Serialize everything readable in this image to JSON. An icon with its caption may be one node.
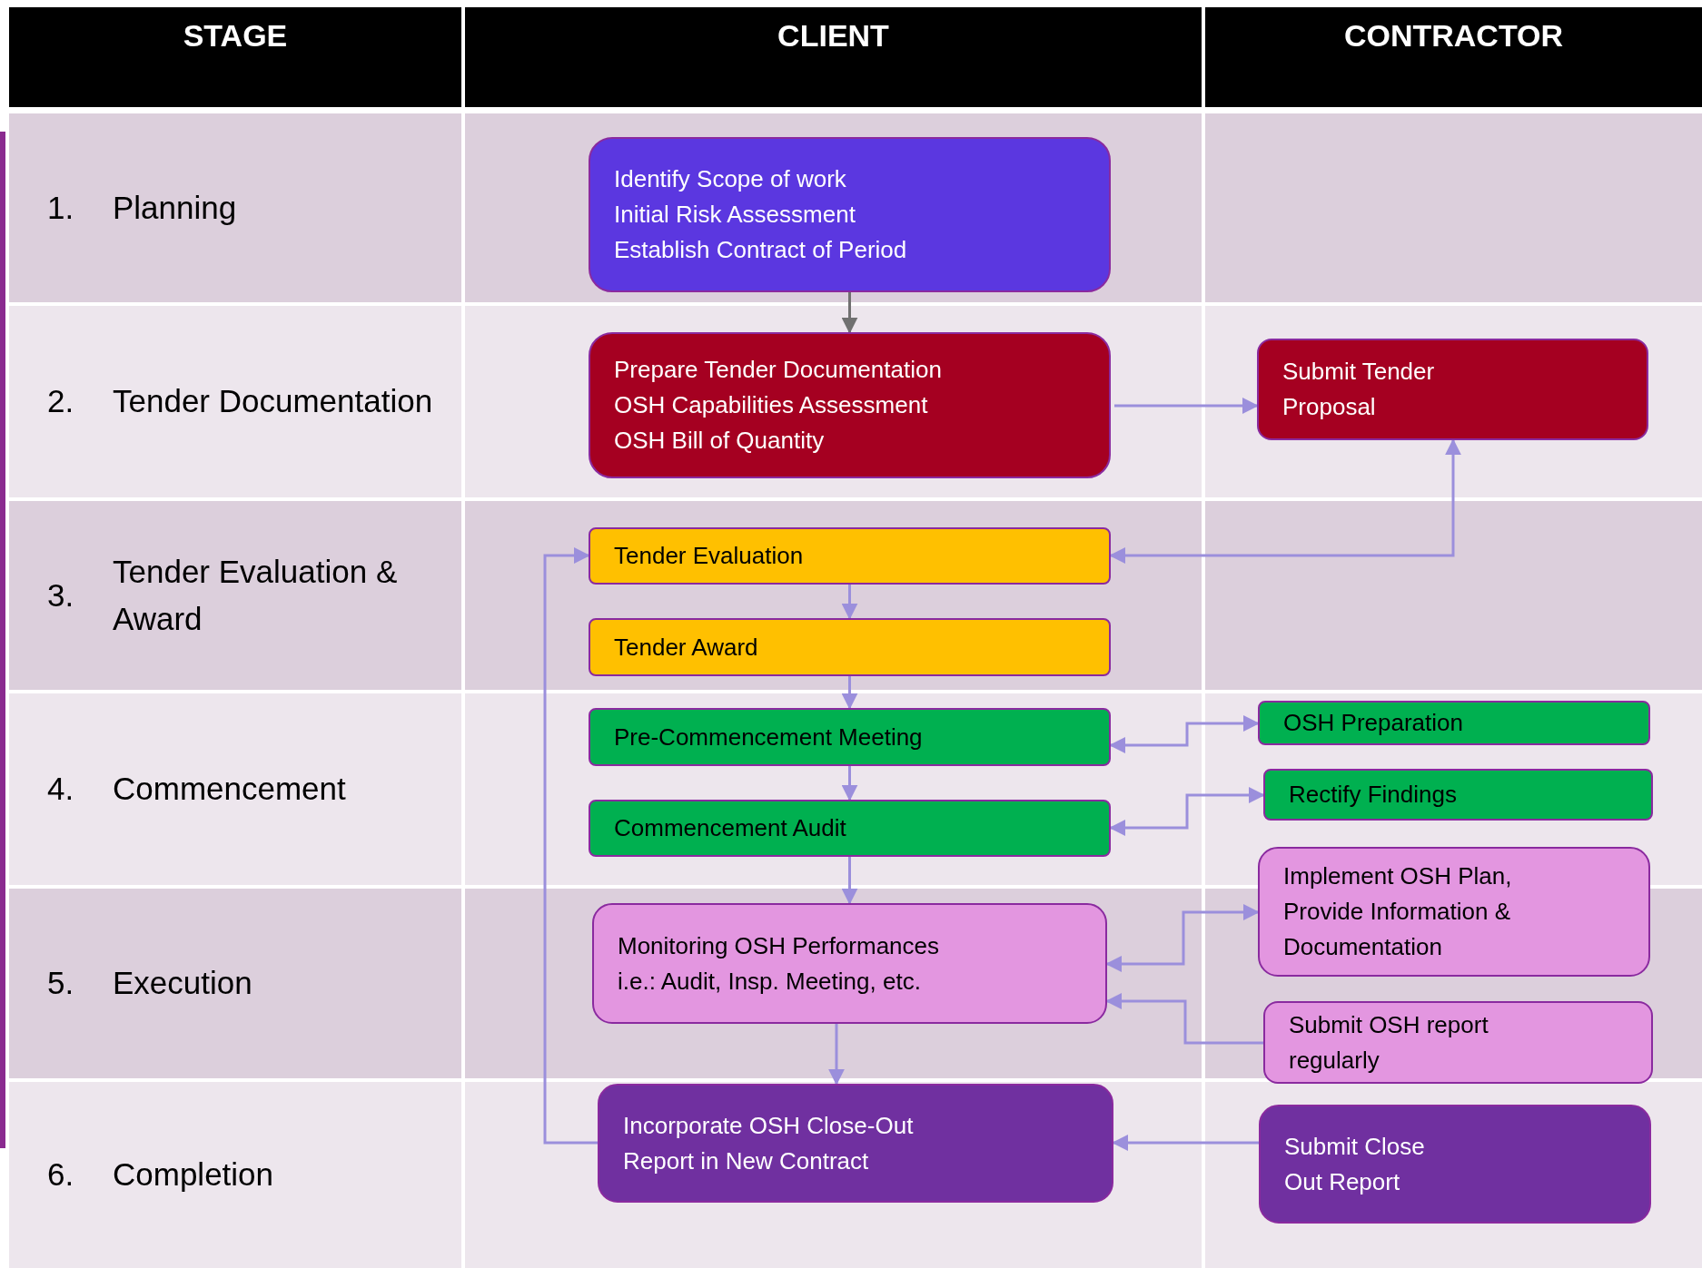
{
  "diagram": {
    "nodes": [
      {
        "text": [
          "STAGE"
        ]
      },
      {
        "text": [
          "CLIENT"
        ]
      },
      {
        "text": [
          "CONTRACTOR"
        ]
      },
      {
        "text": [
          "1.",
          "Planning"
        ]
      },
      {
        "text": [
          "Identify Scope of work",
          "Initial Risk Assessment",
          "Establish Contract of Period"
        ]
      },
      {
        "text": [
          "2.",
          "Tender Documentation"
        ]
      },
      {
        "text": [
          "Prepare Tender Documentation",
          "OSH Capabilities Assessment",
          "OSH Bill of Quantity"
        ]
      },
      {
        "text": [
          "Submit Tender Proposal"
        ]
      },
      {
        "text": [
          "3.",
          "Tender Evaluation & Award"
        ]
      },
      {
        "text": [
          "Tender Evaluation"
        ]
      },
      {
        "text": [
          "Tender Award"
        ]
      },
      {
        "text": [
          "4.",
          "Commencement"
        ]
      },
      {
        "text": [
          "Pre-Commencement Meeting"
        ]
      },
      {
        "text": [
          "OSH Preparation"
        ]
      },
      {
        "text": [
          "Commencement Audit"
        ]
      },
      {
        "text": [
          "Rectify Findings"
        ]
      },
      {
        "text": [
          "5.",
          "Execution"
        ]
      },
      {
        "text": [
          "Monitoring OSH Performances",
          "i.e.: Audit, Insp. Meeting, etc."
        ]
      },
      {
        "text": [
          "Implement OSH Plan, Provide Information & Documentation"
        ]
      },
      {
        "text": [
          "Submit OSH report regularly"
        ]
      },
      {
        "text": [
          "6.",
          "Completion"
        ]
      },
      {
        "text": [
          "Incorporate OSH Close-Out Report in New Contract"
        ]
      },
      {
        "text": [
          "Submit Close Out Report"
        ]
      }
    ],
    "edges": [
      {
        "from": 4,
        "to": 6,
        "arrow": "to",
        "color": "#707070"
      },
      {
        "from": 6,
        "to": 7,
        "arrow": "to"
      },
      {
        "from": 9,
        "to": 7,
        "arrow": "both"
      },
      {
        "from": 9,
        "to": 10,
        "arrow": "to"
      },
      {
        "from": 10,
        "to": 12,
        "arrow": "to"
      },
      {
        "from": 12,
        "to": 13,
        "arrow": "both"
      },
      {
        "from": 12,
        "to": 14,
        "arrow": "to"
      },
      {
        "from": 14,
        "to": 15,
        "arrow": "both"
      },
      {
        "from": 14,
        "to": 17,
        "arrow": "to"
      },
      {
        "from": 17,
        "to": 18,
        "arrow": "both"
      },
      {
        "from": 19,
        "to": 17,
        "arrow": "to"
      },
      {
        "from": 17,
        "to": 21,
        "arrow": "to"
      },
      {
        "from": 21,
        "to": 9,
        "arrow": "to"
      },
      {
        "from": 22,
        "to": 21,
        "arrow": "to"
      }
    ]
  }
}
